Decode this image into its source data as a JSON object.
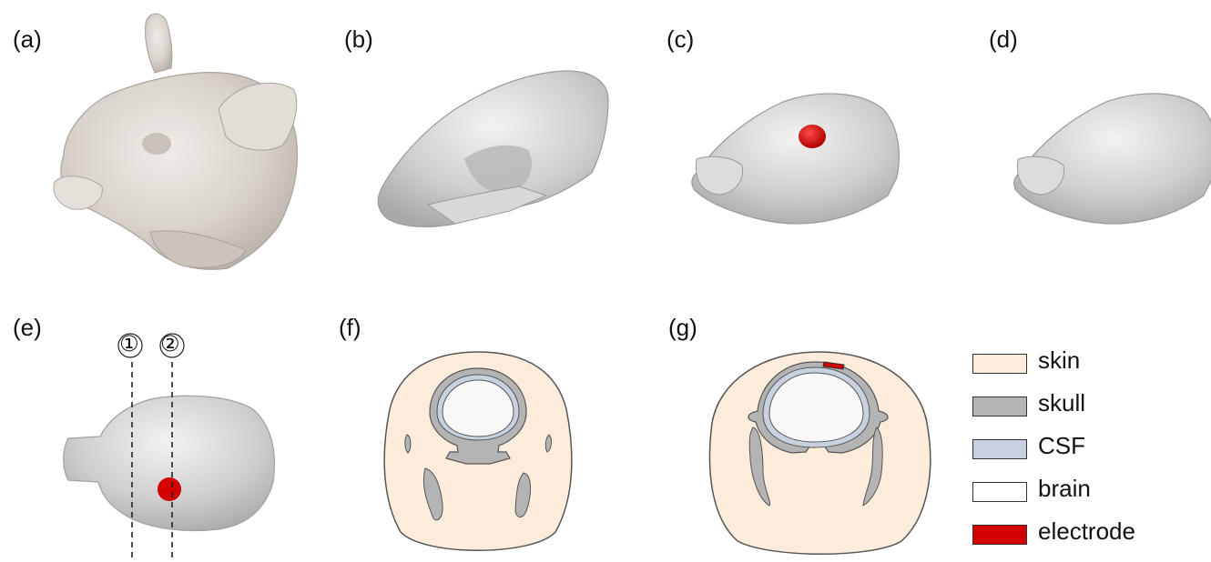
{
  "panels": {
    "a": "(a)",
    "b": "(b)",
    "c": "(c)",
    "d": "(d)",
    "e": "(e)",
    "f": "(f)",
    "g": "(g)"
  },
  "cut_markers": {
    "first": "①",
    "second": "②"
  },
  "legend": [
    {
      "label": "skin",
      "color": "#fdebdc"
    },
    {
      "label": "skull",
      "color": "#b4b4b4"
    },
    {
      "label": "CSF",
      "color": "#c8d1e0"
    },
    {
      "label": "brain",
      "color": "#ffffff"
    },
    {
      "label": "electrode",
      "color": "#d40000"
    }
  ],
  "colors": {
    "head_model": "#d9d3cc",
    "skull_model": "#c9c9c9",
    "electrode": "#cc0000",
    "outline": "#555555"
  }
}
